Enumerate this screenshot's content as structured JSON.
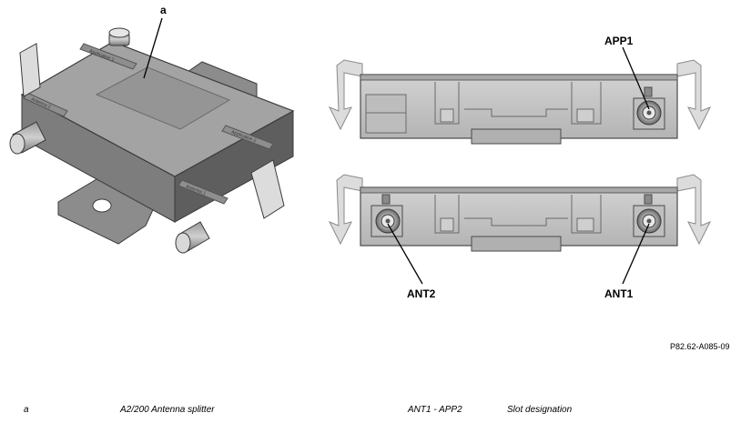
{
  "callouts": {
    "a": "a",
    "app1": "APP1",
    "ant2": "ANT2",
    "ant1": "ANT1"
  },
  "figure_ref": "P82.62-A085-09",
  "module_labels": {
    "antenna_1": "Antenna 1",
    "antenna_2": "Antenna 2",
    "app_1": "Application 1",
    "app_2": "Application 2"
  },
  "legend": [
    {
      "key": "a",
      "description": "A2/200 Antenna splitter"
    },
    {
      "key": "ANT1 - APP2",
      "description": "Slot designation"
    }
  ],
  "colors": {
    "housing_top": "#a3a3a3",
    "housing_side": "#7d7d7d",
    "housing_dark": "#5e5e5e",
    "end_view": "#c6c6c6",
    "clip": "#dcdcdc"
  }
}
